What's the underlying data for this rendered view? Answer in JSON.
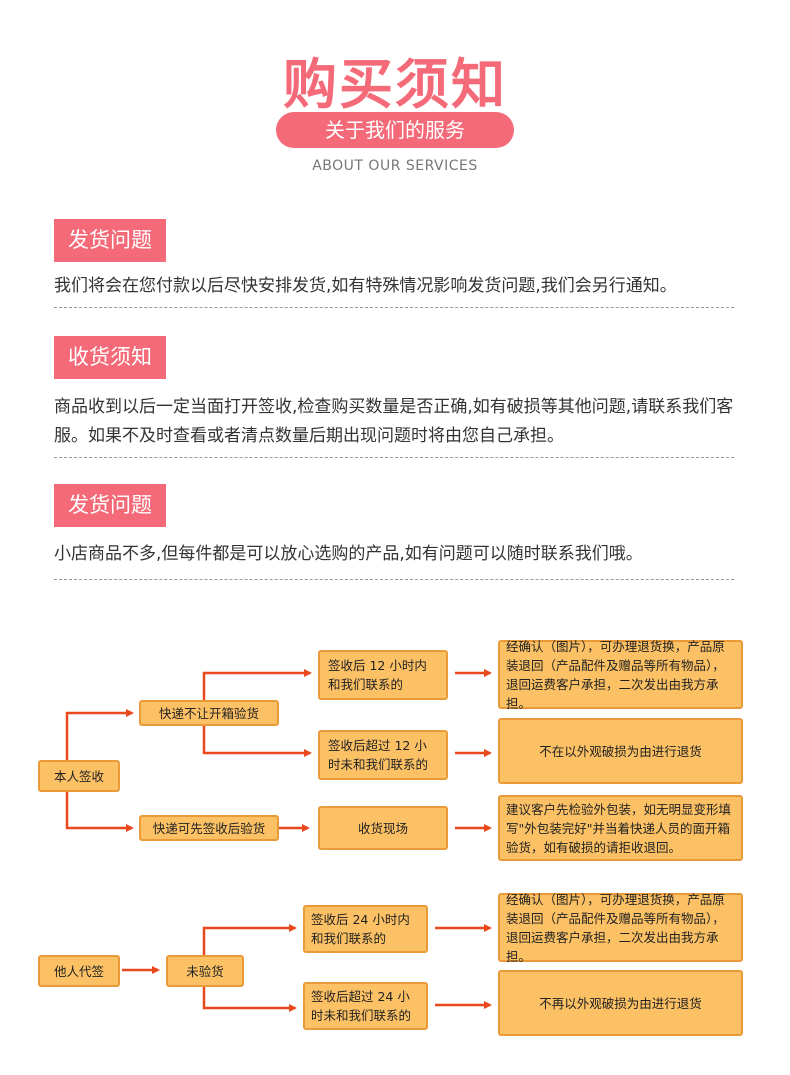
{
  "header": {
    "title": "购买须知",
    "pill": "关于我们的服务",
    "subtitle": "ABOUT OUR SERVICES"
  },
  "sections": [
    {
      "label": "发货问题",
      "text": "我们将会在您付款以后尽快安排发货,如有特殊情况影响发货问题,我们会另行通知。"
    },
    {
      "label": "收货须知",
      "text": "商品收到以后一定当面打开签收,检查购买数量是否正确,如有破损等其他问题,请联系我们客服。如果不及时查看或者清点数量后期出现问题时将由您自己承担。"
    },
    {
      "label": "发货问题",
      "text": "小店商品不多,但每件都是可以放心选购的产品,如有问题可以随时联系我们哦。"
    }
  ],
  "flow1": {
    "root": "本人签收",
    "branch_a": "快递不让开箱验货",
    "branch_b": "快递可先签收后验货",
    "a1": "签收后 12 小时内和我们联系的",
    "a2": "签收后超过 12 小时未和我们联系的",
    "b1": "收货现场",
    "r1": "经确认（图片），可办理退货换，产品原装退回（产品配件及赠品等所有物品），退回运费客户承担，二次发出由我方承担。",
    "r2": "不在以外观破损为由进行退货",
    "r3": "建议客户先检验外包装，如无明显变形填写\"外包装完好\"并当着快递人员的面开箱验货，如有破损的请拒收退回。"
  },
  "flow2": {
    "root": "他人代签",
    "branch": "未验货",
    "a1": "签收后 24 小时内和我们联系的",
    "a2": "签收后超过 24 小时未和我们联系的",
    "r1": "经确认（图片），可办理退货换，产品原装退回（产品配件及赠品等所有物品），退回运费客户承担，二次发出由我方承担。",
    "r2": "不再以外观破损为由进行退货"
  },
  "colors": {
    "accent": "#f46a78",
    "box_fill": "#fcc165",
    "box_border": "#e99b3a",
    "arrow": "#e8481c"
  }
}
